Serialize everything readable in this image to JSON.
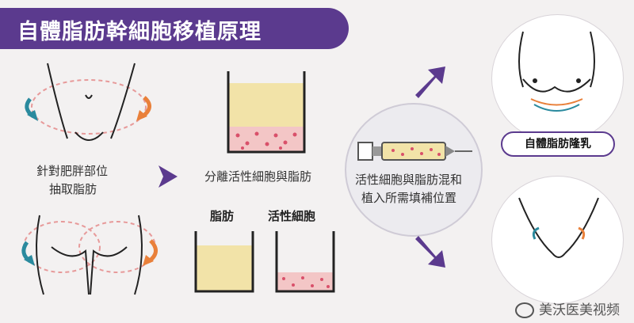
{
  "title": "自體脂肪幹細胞移植原理",
  "step1_caption_line1": "針對肥胖部位",
  "step1_caption_line2": "抽取脂肪",
  "step2_caption": "分離活性細胞與脂肪",
  "label_fat": "脂肪",
  "label_active_cells": "活性細胞",
  "step3_caption_line1": "活性細胞與脂肪混和",
  "step3_caption_line2": "植入所需填補位置",
  "result_breast_label": "自體脂肪隆乳",
  "watermark": "美沃医美视频",
  "colors": {
    "purple": "#5b3a8e",
    "fat_yellow": "#f2e3a8",
    "cells_pink": "#f3c6c6",
    "dots_red": "#d9506a",
    "arrow_teal": "#2a8a9e",
    "arrow_orange": "#e9803a"
  }
}
